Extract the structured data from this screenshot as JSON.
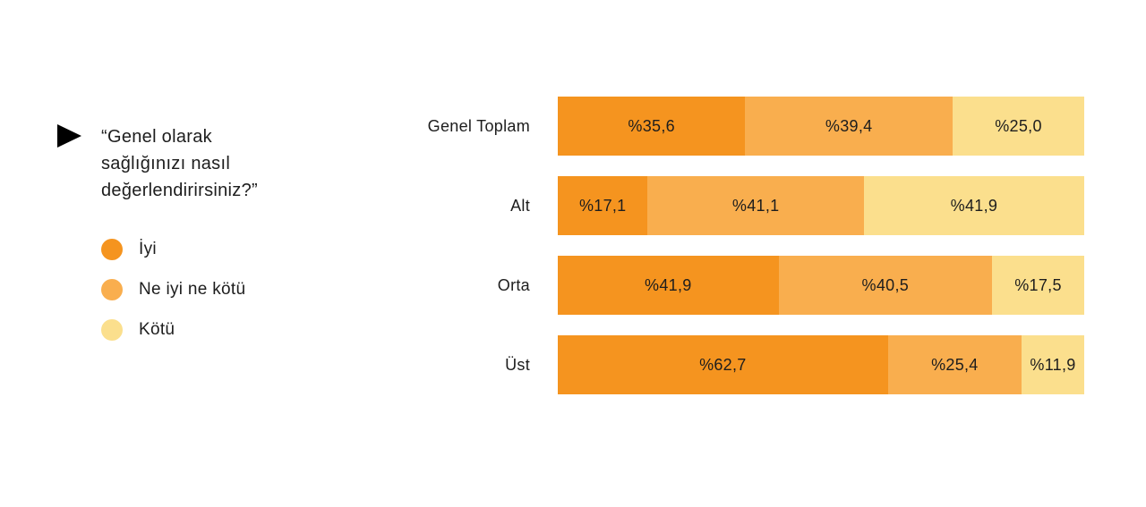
{
  "question": {
    "text": "“Genel olarak\nsağlığınızı nasıl\ndeğerlendirirsiniz?”",
    "marker_icon": "play-triangle",
    "marker_color": "#000000"
  },
  "colors": {
    "background": "#ffffff",
    "text": "#1d1d1d",
    "iyi": "#F5941F",
    "ne_iyi_ne_kotu": "#F9AE4E",
    "kotu": "#FBDF8D"
  },
  "legend": {
    "items": [
      {
        "label": "İyi",
        "color": "#F5941F"
      },
      {
        "label": "Ne iyi ne kötü",
        "color": "#F9AE4E"
      },
      {
        "label": "Kötü",
        "color": "#FBDF8D"
      }
    ]
  },
  "chart_data": {
    "type": "bar",
    "stacked": true,
    "orientation": "horizontal",
    "title": "“Genel olarak sağlığınızı nasıl değerlendirirsiniz?”",
    "categories": [
      "Genel Toplam",
      "Alt",
      "Orta",
      "Üst"
    ],
    "series": [
      {
        "name": "İyi",
        "color": "#F5941F",
        "values": [
          35.6,
          17.1,
          41.9,
          62.7
        ]
      },
      {
        "name": "Ne iyi ne kötü",
        "color": "#F9AE4E",
        "values": [
          39.4,
          41.1,
          40.5,
          25.4
        ]
      },
      {
        "name": "Kötü",
        "color": "#FBDF8D",
        "values": [
          25.0,
          41.9,
          17.5,
          11.9
        ]
      }
    ],
    "value_labels": [
      [
        "%35,6",
        "%39,4",
        "%25,0"
      ],
      [
        "%17,1",
        "%41,1",
        "%41,9"
      ],
      [
        "%41,9",
        "%40,5",
        "%17,5"
      ],
      [
        "%62,7",
        "%25,4",
        "%11,9"
      ]
    ],
    "xlim": [
      0,
      100
    ],
    "grid": false,
    "legend_position": "left"
  }
}
